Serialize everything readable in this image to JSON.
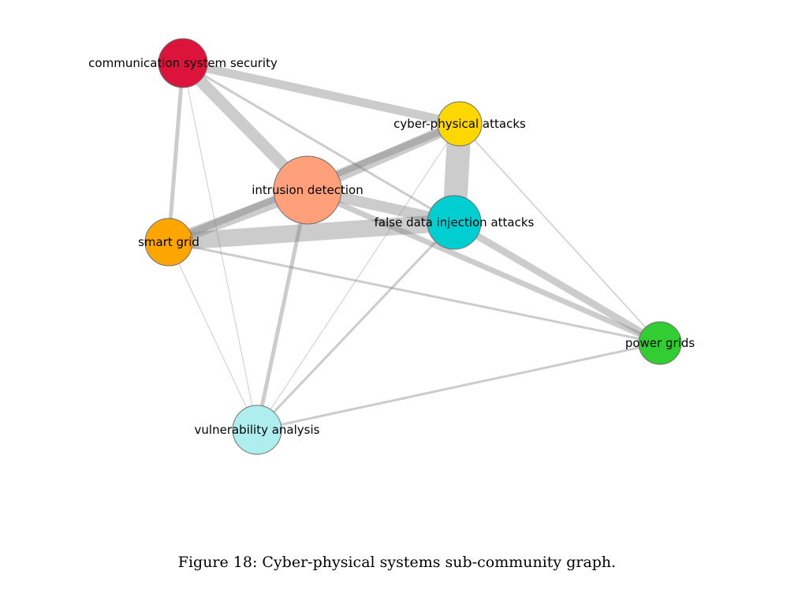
{
  "graph": {
    "edge_color": "#808080",
    "nodes": [
      {
        "id": "css",
        "label": "communication system security",
        "color": "#dc143c"
      },
      {
        "id": "cpa",
        "label": "cyber-physical attacks",
        "color": "#ffd700"
      },
      {
        "id": "id",
        "label": "intrusion detection",
        "color": "#ffa07a"
      },
      {
        "id": "fdia",
        "label": "false data injection attacks",
        "color": "#00ced1"
      },
      {
        "id": "sg",
        "label": "smart grid",
        "color": "#ffa500"
      },
      {
        "id": "pg",
        "label": "power grids",
        "color": "#32cd32"
      },
      {
        "id": "va",
        "label": "vulnerability analysis",
        "color": "#afeeee"
      }
    ],
    "edges": [
      {
        "source": "css",
        "target": "cpa"
      },
      {
        "source": "css",
        "target": "id"
      },
      {
        "source": "css",
        "target": "sg"
      },
      {
        "source": "css",
        "target": "fdia"
      },
      {
        "source": "css",
        "target": "va"
      },
      {
        "source": "cpa",
        "target": "id"
      },
      {
        "source": "cpa",
        "target": "fdia"
      },
      {
        "source": "cpa",
        "target": "sg"
      },
      {
        "source": "cpa",
        "target": "pg"
      },
      {
        "source": "cpa",
        "target": "va"
      },
      {
        "source": "id",
        "target": "fdia"
      },
      {
        "source": "id",
        "target": "sg"
      },
      {
        "source": "id",
        "target": "pg"
      },
      {
        "source": "id",
        "target": "va"
      },
      {
        "source": "fdia",
        "target": "sg"
      },
      {
        "source": "fdia",
        "target": "pg"
      },
      {
        "source": "fdia",
        "target": "va"
      },
      {
        "source": "sg",
        "target": "pg"
      },
      {
        "source": "sg",
        "target": "va"
      },
      {
        "source": "pg",
        "target": "va"
      }
    ]
  },
  "caption": "Figure 18: Cyber-physical systems sub-community graph."
}
